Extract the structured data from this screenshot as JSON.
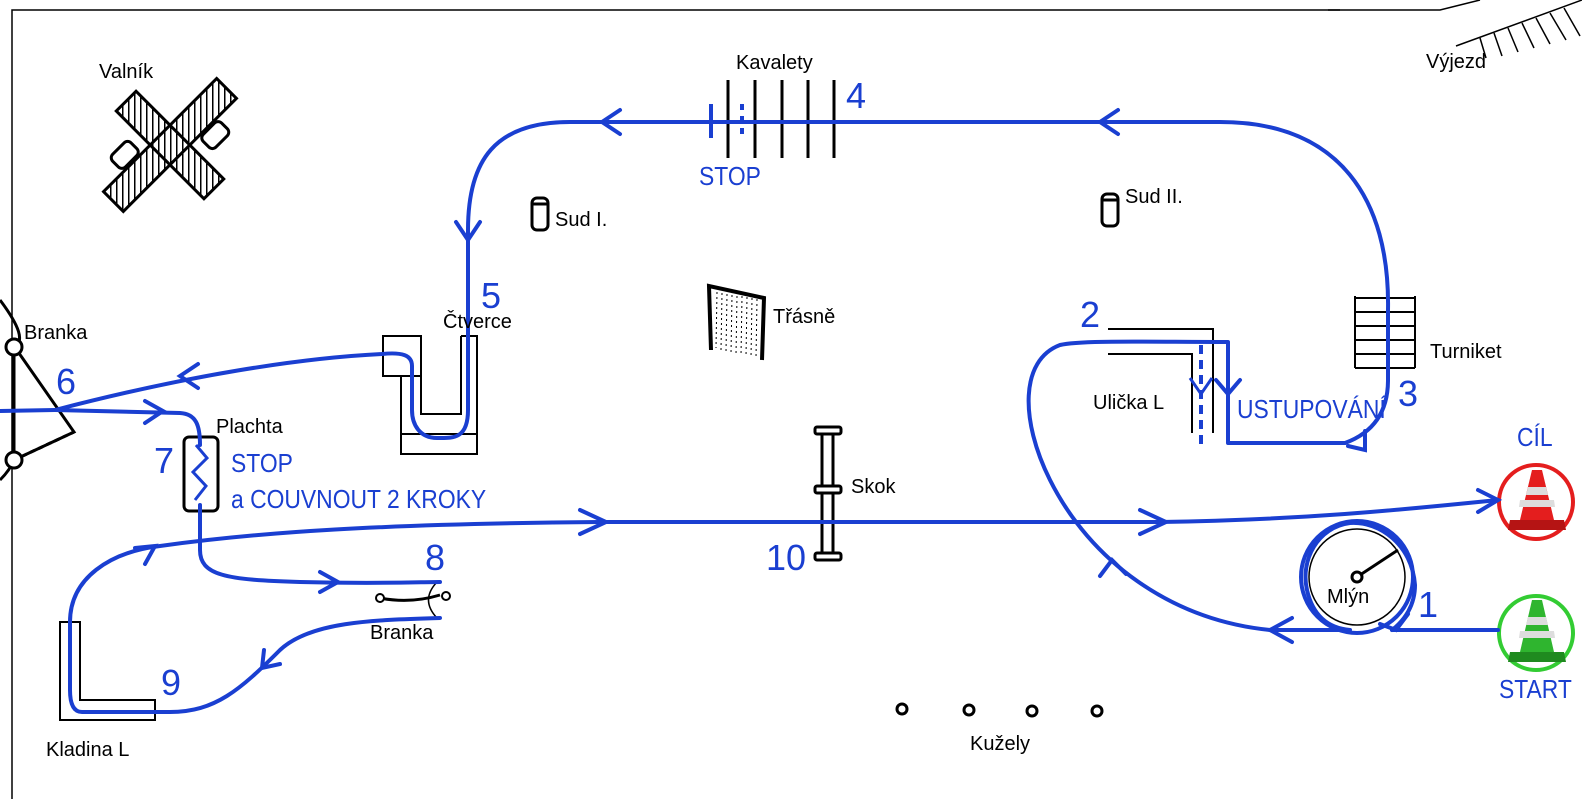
{
  "obstacles": {
    "valnik": "Valník",
    "vyjezd": "Výjezd",
    "kavalety": "Kavalety",
    "sud1": "Sud I.",
    "sud2": "Sud II.",
    "trasne": "Třásně",
    "ctverce": "Čtverce",
    "branka_left": "Branka",
    "plachta": "Plachta",
    "turniket": "Turniket",
    "ulicka": "Ulička L",
    "skok": "Skok",
    "mlyn": "Mlýn",
    "branka_mid": "Branka",
    "kladina": "Kladina L",
    "kuzely": "Kužely"
  },
  "instructions": {
    "stop_kavalety": "STOP",
    "ustupovani": "USTUPOVÁNÍ",
    "stop_plachta": "STOP",
    "couvnout": "a COUVNOUT 2 KROKY",
    "cil": "CÍL",
    "start": "START"
  },
  "stations": [
    "1",
    "2",
    "3",
    "4",
    "5",
    "6",
    "7",
    "8",
    "9",
    "10"
  ],
  "colors": {
    "route": "#1a3fd1",
    "finish_cone": "#e41e1e",
    "start_cone": "#33cc33",
    "obstacle": "#000000"
  }
}
